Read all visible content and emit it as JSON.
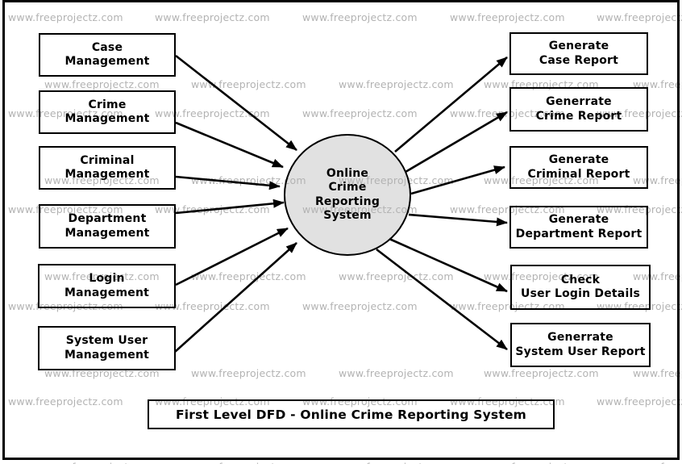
{
  "diagram": {
    "type": "data-flow-diagram",
    "title": "First Level DFD - Online Crime Reporting System",
    "process": {
      "label": "Online Crime Reporting System",
      "lines": [
        "Online",
        "Crime",
        "Reporting",
        "System"
      ],
      "fill_color": "#e1e1e1"
    },
    "left_nodes": [
      {
        "lines": [
          "Case",
          "Management"
        ]
      },
      {
        "lines": [
          "Crime",
          "Management"
        ]
      },
      {
        "lines": [
          "Criminal",
          "Management"
        ]
      },
      {
        "lines": [
          "Department",
          "Management"
        ]
      },
      {
        "lines": [
          "Login",
          "Management"
        ]
      },
      {
        "lines": [
          "System User",
          "Management"
        ]
      }
    ],
    "right_nodes": [
      {
        "lines": [
          "Generate",
          "Case Report"
        ]
      },
      {
        "lines": [
          "Generrate",
          "Crime Report"
        ]
      },
      {
        "lines": [
          "Generate",
          "Criminal Report"
        ]
      },
      {
        "lines": [
          "Generate",
          "Department Report"
        ]
      },
      {
        "lines": [
          "Check",
          "User Login Details"
        ]
      },
      {
        "lines": [
          "Generrate",
          "System User Report"
        ]
      }
    ],
    "edges": [
      {
        "from": "Case Management",
        "to": "Online Crime Reporting System"
      },
      {
        "from": "Crime Management",
        "to": "Online Crime Reporting System"
      },
      {
        "from": "Criminal Management",
        "to": "Online Crime Reporting System"
      },
      {
        "from": "Department Management",
        "to": "Online Crime Reporting System"
      },
      {
        "from": "Login Management",
        "to": "Online Crime Reporting System"
      },
      {
        "from": "System User Management",
        "to": "Online Crime Reporting System"
      },
      {
        "from": "Online Crime Reporting System",
        "to": "Generate Case Report"
      },
      {
        "from": "Online Crime Reporting System",
        "to": "Generrate Crime Report"
      },
      {
        "from": "Online Crime Reporting System",
        "to": "Generate Criminal Report"
      },
      {
        "from": "Online Crime Reporting System",
        "to": "Generate Department Report"
      },
      {
        "from": "Online Crime Reporting System",
        "to": "Check User Login Details"
      },
      {
        "from": "Online Crime Reporting System",
        "to": "Generrate System User Report"
      }
    ]
  },
  "watermark": {
    "text": "www.freeprojectz.com",
    "color": "#b3b3b3"
  },
  "colors": {
    "background": "#ffffff",
    "line": "#000000",
    "text": "#000000",
    "process_fill": "#e1e1e1",
    "watermark": "#b3b3b3"
  }
}
